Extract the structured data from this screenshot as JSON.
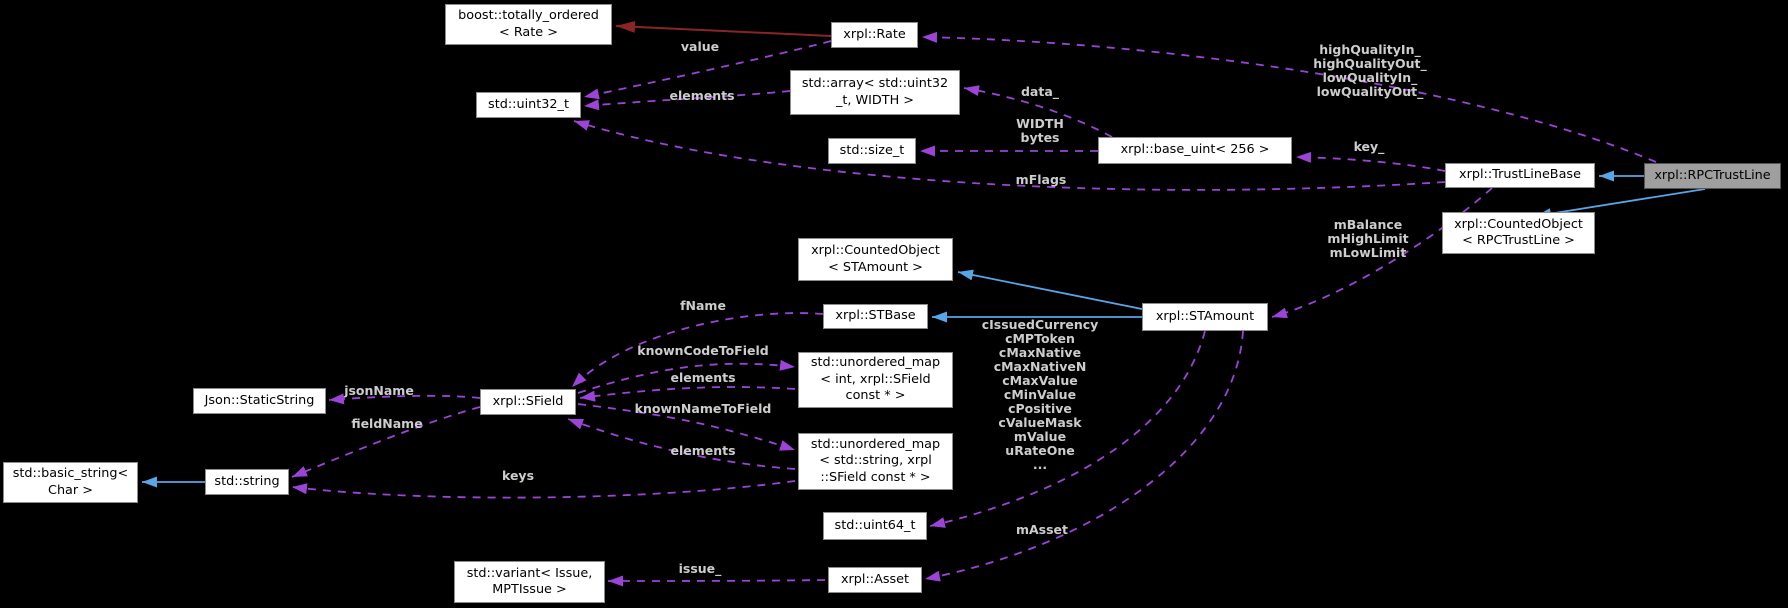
{
  "nodes": {
    "totally_ordered": {
      "label": "boost::totally_ordered\n< Rate >"
    },
    "rate": {
      "label": "xrpl::Rate"
    },
    "uint32_t": {
      "label": "std::uint32_t"
    },
    "array": {
      "label": "std::array< std::uint32\n_t, WIDTH >"
    },
    "size_t": {
      "label": "std::size_t"
    },
    "base_uint": {
      "label": "xrpl::base_uint< 256 >"
    },
    "trust_line_base": {
      "label": "xrpl::TrustLineBase"
    },
    "rpc_trust_line": {
      "label": "xrpl::RPCTrustLine"
    },
    "counted_object_rpc": {
      "label": "xrpl::CountedObject\n< RPCTrustLine >"
    },
    "counted_object_st": {
      "label": "xrpl::CountedObject\n< STAmount >"
    },
    "st_base": {
      "label": "xrpl::STBase"
    },
    "st_amount": {
      "label": "xrpl::STAmount"
    },
    "umap_int_sfield": {
      "label": "std::unordered_map\n< int, xrpl::SField\nconst * >"
    },
    "umap_string_sfield": {
      "label": "std::unordered_map\n< std::string, xrpl\n::SField const * >"
    },
    "static_string": {
      "label": "Json::StaticString"
    },
    "sfield": {
      "label": "xrpl::SField"
    },
    "basic_string": {
      "label": "std::basic_string<\nChar >"
    },
    "string": {
      "label": "std::string"
    },
    "uint64_t": {
      "label": "std::uint64_t"
    },
    "variant": {
      "label": "std::variant< Issue,\nMPTIssue >"
    },
    "asset": {
      "label": "xrpl::Asset"
    }
  },
  "edge_labels": {
    "value": "value",
    "elements_array": "elements",
    "data": "data_",
    "width_bytes": "WIDTH\nbytes",
    "key": "key_",
    "high_low_quality": "highQualityIn_\nhighQualityOut_\nlowQualityIn_\nlowQualityOut_",
    "mflags": "mFlags",
    "balance_limits": "mBalance\nmHighLimit\nmLowLimit",
    "fname": "fName",
    "known_code_to_field": "knownCodeToField",
    "elements_code_map": "elements",
    "known_name_to_field": "knownNameToField",
    "elements_name_map": "elements",
    "jsonname": "jsonName",
    "fieldname": "fieldName",
    "keys": "keys",
    "stamount_constants": "cIssuedCurrency\ncMPToken\ncMaxNative\ncMaxNativeN\ncMaxValue\ncMinValue\ncPositive\ncValueMask\nmValue\nuRateOne\n...",
    "masset": "mAsset",
    "issue": "issue_"
  },
  "colors": {
    "background": "#000000",
    "node_fill": "#ffffff",
    "node_border": "#8c8c8c",
    "highlight_node_fill": "#9f9f9f",
    "composition_edge": "#9c43d8",
    "inheritance_edge": "#58a6e8",
    "private_inheritance_edge": "#8b2424",
    "edge_label_text": "#cdcdcd",
    "node_text": "#000000"
  }
}
